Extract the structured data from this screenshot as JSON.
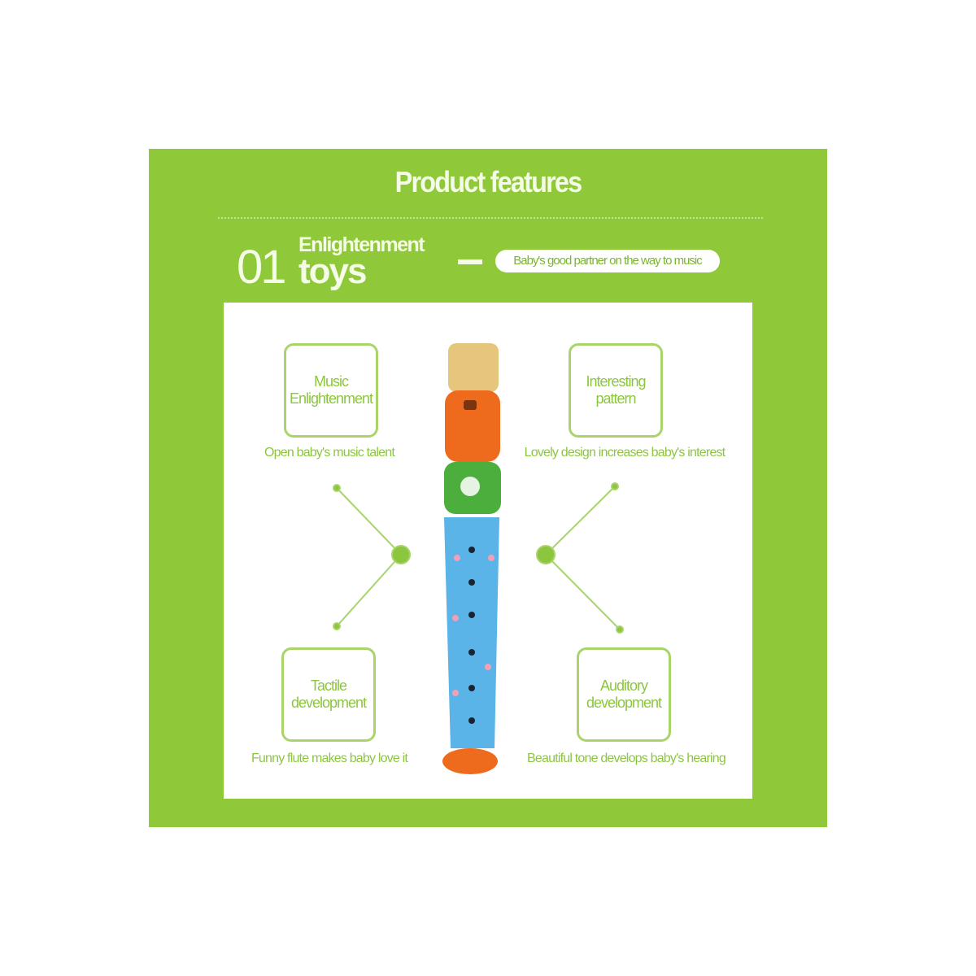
{
  "title": "Product features",
  "section": {
    "number": "01",
    "line1": "Enlightenment",
    "line2": "toys",
    "tagline": "Baby's good partner on the way to music"
  },
  "features": [
    {
      "box": "Music Enlightenment",
      "caption": "Open baby's music talent"
    },
    {
      "box": "Interesting pattern",
      "caption": "Lovely design increases baby's interest"
    },
    {
      "box": "Tactile development",
      "caption": "Funny flute makes baby love it"
    },
    {
      "box": "Auditory development",
      "caption": "Beautiful tone develops baby's hearing"
    }
  ],
  "colors": {
    "green": "#8fc838",
    "text": "#8cc63f"
  }
}
